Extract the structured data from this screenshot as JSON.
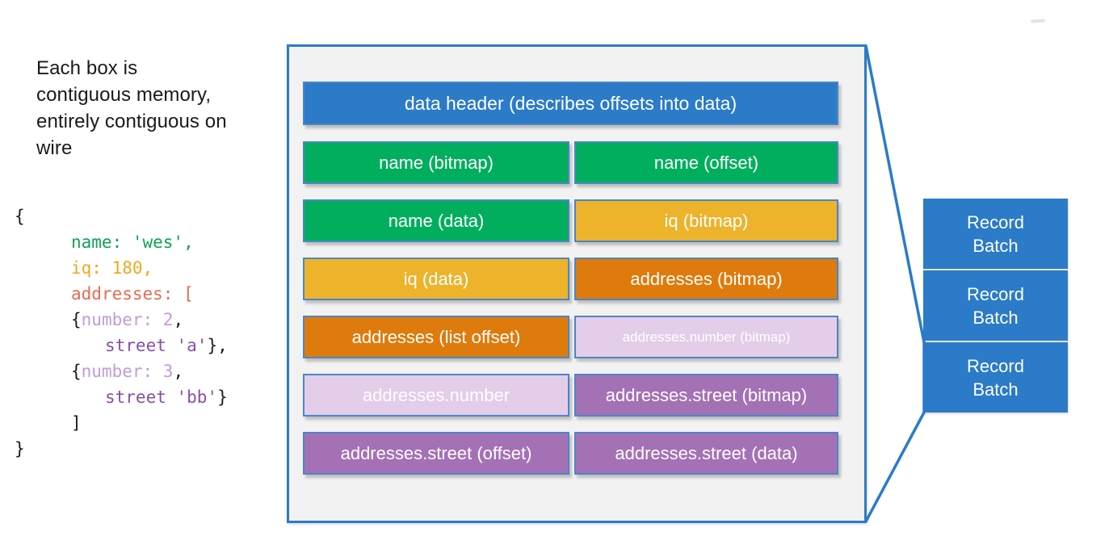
{
  "note": {
    "lines": [
      "Each box is",
      "contiguous memory,",
      "entirely contiguous on",
      "wire"
    ]
  },
  "code": {
    "lines": [
      {
        "indent": 0,
        "segments": [
          {
            "text": "{",
            "color": "code_black"
          }
        ]
      },
      {
        "indent": 1,
        "segments": [
          {
            "text": "name: 'wes',",
            "color": "code_green"
          }
        ]
      },
      {
        "indent": 1,
        "segments": [
          {
            "text": "iq: 180,",
            "color": "code_gold"
          }
        ]
      },
      {
        "indent": 1,
        "segments": [
          {
            "text": "addresses: [",
            "color": "code_coral"
          }
        ]
      },
      {
        "indent": 1,
        "segments": [
          {
            "text": "{",
            "color": "code_black"
          },
          {
            "text": "number: 2",
            "color": "code_lavender"
          },
          {
            "text": ",",
            "color": "code_black"
          }
        ]
      },
      {
        "indent": 2,
        "segments": [
          {
            "text": "street 'a'",
            "color": "code_purple"
          },
          {
            "text": "},",
            "color": "code_black"
          }
        ]
      },
      {
        "indent": 1,
        "segments": [
          {
            "text": "{",
            "color": "code_black"
          },
          {
            "text": "number: 3",
            "color": "code_lavender"
          },
          {
            "text": ",",
            "color": "code_black"
          }
        ]
      },
      {
        "indent": 2,
        "segments": [
          {
            "text": "street 'bb'",
            "color": "code_purple"
          },
          {
            "text": "}",
            "color": "code_black"
          }
        ]
      },
      {
        "indent": 1,
        "segments": [
          {
            "text": "]",
            "color": "code_black"
          }
        ]
      },
      {
        "indent": 0,
        "segments": [
          {
            "text": "}",
            "color": "code_black"
          }
        ]
      }
    ]
  },
  "memory_panel": {
    "rows": [
      {
        "cells": [
          {
            "label": "data header (describes offsets into data)",
            "color": "blue",
            "span": 2
          }
        ]
      },
      {
        "cells": [
          {
            "label": "name (bitmap)",
            "color": "green"
          },
          {
            "label": "name (offset)",
            "color": "green"
          }
        ]
      },
      {
        "cells": [
          {
            "label": "name (data)",
            "color": "green"
          },
          {
            "label": "iq (bitmap)",
            "color": "gold"
          }
        ]
      },
      {
        "cells": [
          {
            "label": "iq (data)",
            "color": "gold"
          },
          {
            "label": "addresses (bitmap)",
            "color": "orange"
          }
        ]
      },
      {
        "cells": [
          {
            "label": "addresses (list offset)",
            "color": "orange"
          },
          {
            "label": "addresses.number (bitmap)",
            "color": "lavender",
            "variant": "small"
          }
        ]
      },
      {
        "cells": [
          {
            "label": "addresses.number",
            "color": "lavender"
          },
          {
            "label": "addresses.street (bitmap)",
            "color": "purple"
          }
        ]
      },
      {
        "cells": [
          {
            "label": "addresses.street (offset)",
            "color": "purple"
          },
          {
            "label": "addresses.street (data)",
            "color": "purple"
          }
        ]
      }
    ]
  },
  "record_batches": [
    {
      "label": "Record\nBatch"
    },
    {
      "label": "Record\nBatch"
    },
    {
      "label": "Record\nBatch"
    }
  ],
  "colors": {
    "blue": "#2b7bc8",
    "green": "#00ae5e",
    "gold": "#edb32b",
    "orange": "#de7b0c",
    "lavender": "#e3cde9",
    "purple": "#a471b5",
    "panel_bg": "#f2f2f2",
    "box_border": "#4a86c8",
    "text": "#1a1a1a",
    "code_black": "#1a1a1a",
    "code_green": "#0fa355",
    "code_gold": "#f2a71e",
    "code_coral": "#e76a4f",
    "code_lavender": "#c39bd9",
    "code_purple": "#8a4fa8"
  }
}
